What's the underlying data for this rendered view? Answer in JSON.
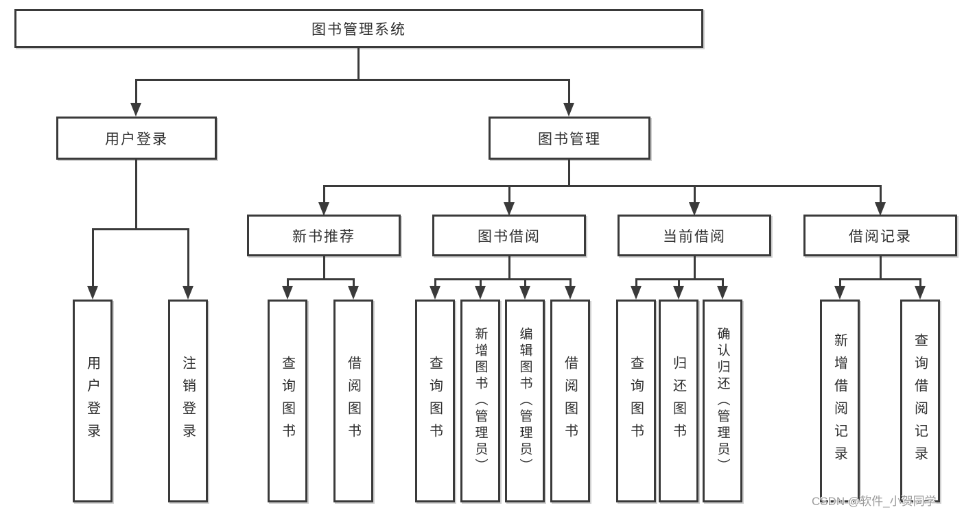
{
  "tree": {
    "root": {
      "label": "图书管理系统",
      "children": [
        {
          "label": "用户登录",
          "children": [
            {
              "label": "用户登录"
            },
            {
              "label": "注销登录"
            }
          ]
        },
        {
          "label": "图书管理",
          "children": [
            {
              "label": "新书推荐",
              "children": [
                {
                  "label": "查询图书"
                },
                {
                  "label": "借阅图书"
                }
              ]
            },
            {
              "label": "图书借阅",
              "children": [
                {
                  "label": "查询图书"
                },
                {
                  "label": "新增图书（管理员）"
                },
                {
                  "label": "编辑图书（管理员）"
                },
                {
                  "label": "借阅图书"
                }
              ]
            },
            {
              "label": "当前借阅",
              "children": [
                {
                  "label": "查询图书"
                },
                {
                  "label": "归还图书"
                },
                {
                  "label": "确认归还（管理员）"
                }
              ]
            },
            {
              "label": "借阅记录",
              "children": [
                {
                  "label": "新增借阅记录"
                },
                {
                  "label": "查询借阅记录"
                }
              ]
            }
          ]
        }
      ]
    }
  },
  "watermark": {
    "text": "CSDN @软件_小贺同学"
  },
  "colors": {
    "line": "#3a3a3a",
    "box_border": "#3a3a3a",
    "text": "#2e2e2e",
    "watermark": "#9c9c9c",
    "background": "#ffffff"
  }
}
